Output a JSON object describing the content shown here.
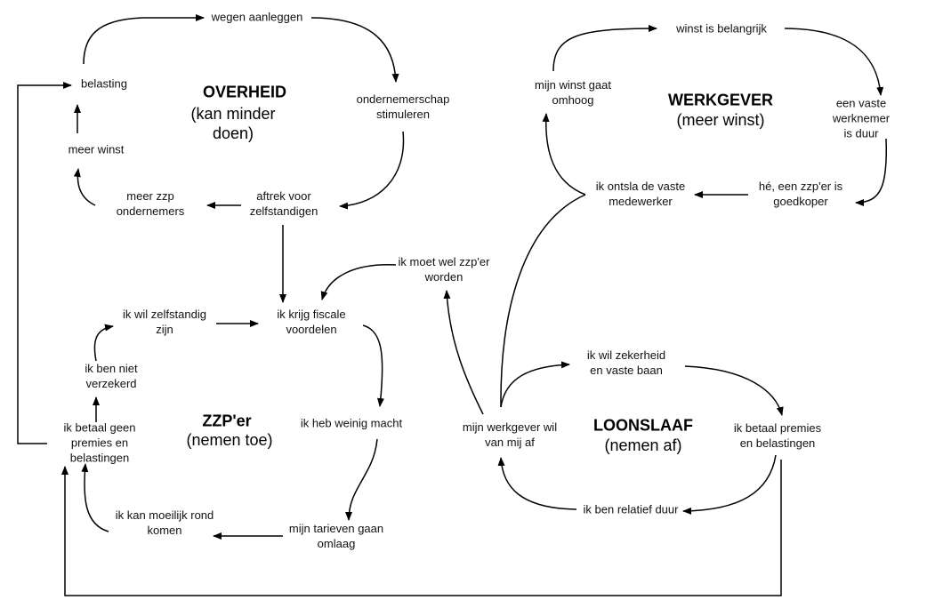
{
  "groups": {
    "overheid": {
      "title": "OVERHEID",
      "subtitle": "(kan minder\ndoen)"
    },
    "werkgever": {
      "title": "WERKGEVER",
      "subtitle": "(meer winst)"
    },
    "zzper": {
      "title": "ZZP'er",
      "subtitle": "(nemen toe)"
    },
    "loonslaaf": {
      "title": "LOONSLAAF",
      "subtitle": "(nemen af)"
    }
  },
  "nodes": {
    "wegen_aanleggen": "wegen aanleggen",
    "belasting": "belasting",
    "ondernemerschap": "ondernemerschap\nstimuleren",
    "meer_winst": "meer winst",
    "meer_zzp": "meer zzp\nondernemers",
    "aftrek": "aftrek voor\nzelfstandigen",
    "winst_belangrijk": "winst is belangrijk",
    "winst_omhoog": "mijn winst gaat\nomhoog",
    "vaste_duur": "een vaste\nwerknemer is duur",
    "ontsla": "ik ontsla de vaste\nmedewerker",
    "zzper_goedkoper": "hé, een zzp'er is\ngoedkoper",
    "moet_zzp": "ik moet wel zzp'er\nworden",
    "wil_zelfstandig": "ik wil zelfstandig\nzijn",
    "fiscale_voordelen": "ik krijg fiscale\nvoordelen",
    "niet_verzekerd": "ik ben niet\nverzekerd",
    "weinig_macht": "ik heb weinig macht",
    "geen_premies": "ik betaal geen\npremies en\nbelastingen",
    "moeilijk_rond": "ik kan moeilijk rond\nkomen",
    "tarieven_omlaag": "mijn tarieven gaan\nomlaag",
    "zekerheid": "ik wil zekerheid\nen vaste baan",
    "werkgever_af": "mijn werkgever wil\nvan mij af",
    "premies_belastingen": "ik betaal premies\nen belastingen",
    "relatief_duur": "ik ben relatief duur"
  }
}
